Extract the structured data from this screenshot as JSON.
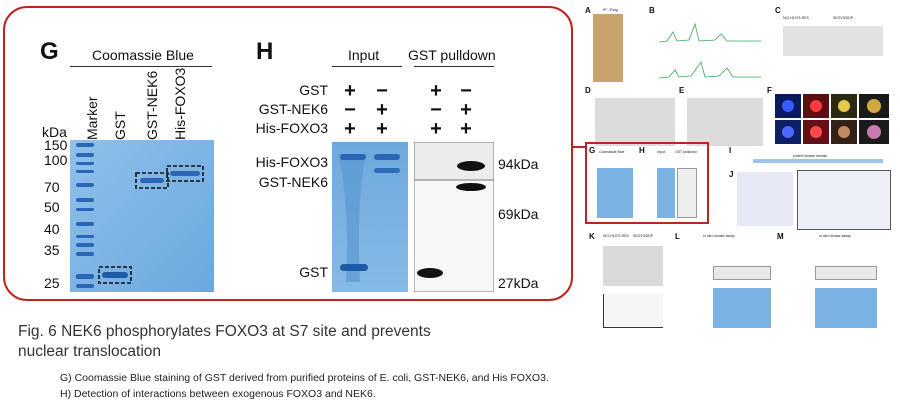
{
  "figure": {
    "title_line1": "Fig. 6 NEK6 phosphorylates FOXO3 at S7 site and prevents",
    "title_line2": "nuclear translocation",
    "legend_g": "G) Coomassie Blue staining of GST derived from purified proteins of E. coli, GST-NEK6, and His FOXO3.",
    "legend_h": "H) Detection of interactions between exogenous FOXO3 and NEK6."
  },
  "panel_g": {
    "letter": "G",
    "header": "Coomassie Blue",
    "kda_label": "kDa",
    "lanes": [
      "Marker",
      "GST",
      "GST-NEK6",
      "His-FOXO3"
    ],
    "markers": [
      "150",
      "100",
      "70",
      "50",
      "40",
      "35",
      "25"
    ]
  },
  "panel_h": {
    "letter": "H",
    "col_input": "Input",
    "col_pulldown": "GST pulldown",
    "rows": [
      {
        "label": "GST",
        "signs": [
          "+",
          "−",
          "+",
          "−"
        ]
      },
      {
        "label": "GST-NEK6",
        "signs": [
          "−",
          "+",
          "−",
          "+"
        ]
      },
      {
        "label": "His-FOXO3",
        "signs": [
          "+",
          "+",
          "+",
          "+"
        ]
      }
    ],
    "band_labels": [
      "His-FOXO3",
      "GST-NEK6",
      "GST"
    ],
    "mw_labels": [
      "94kDa",
      "69kDa",
      "27kDa"
    ]
  },
  "thumbnail": {
    "panel_letters": [
      "A",
      "B",
      "C",
      "D",
      "E",
      "F",
      "G",
      "H",
      "I",
      "J",
      "K",
      "L",
      "M"
    ],
    "labels": {
      "a_title": "IP : Flag",
      "c_header1": "NCI-H1975-RES",
      "c_header2": "SKOV3/DDP",
      "k_header1": "NCI-H1975-RES",
      "k_header2": "SKOV3/DDP",
      "l_title": "In vitro kinase assay",
      "m_title": "In vitro kinase assay",
      "g_title": "Coomassie Blue",
      "h_input": "Input",
      "h_pull": "GST pulldown",
      "i_title": "protein kinase domain"
    }
  },
  "colors": {
    "frame": "#c0241f",
    "coomassie": "#5f9fd6",
    "coomassie_band": "#1f5aa8",
    "blot_dark": "#111111"
  }
}
